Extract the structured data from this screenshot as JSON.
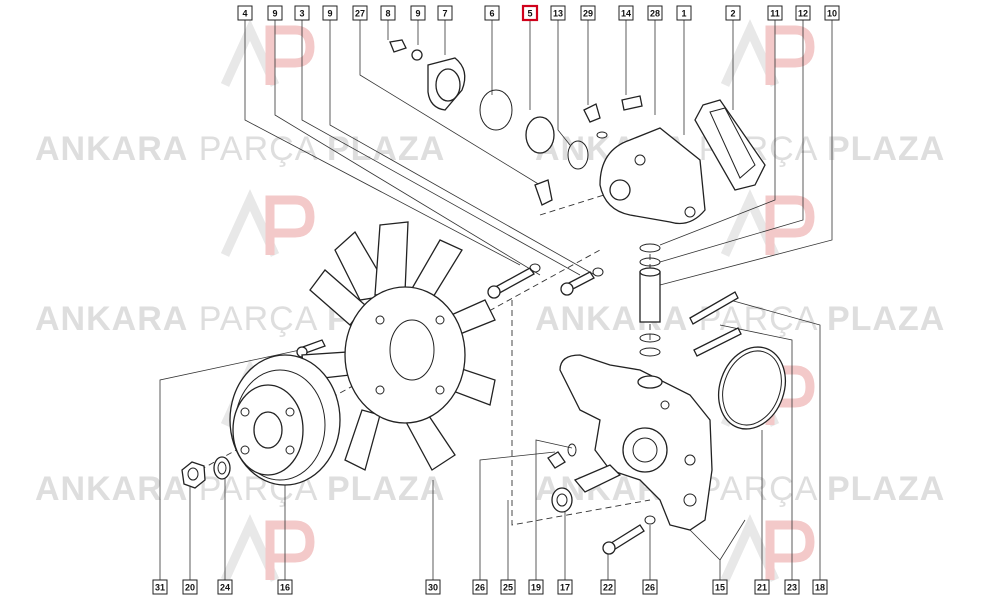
{
  "watermark": {
    "brand_left": "ANKARA",
    "brand_mid": "PARÇA",
    "brand_right": "PLAZA"
  },
  "callouts_top": [
    "4",
    "9",
    "3",
    "9",
    "27",
    "8",
    "9",
    "7",
    "6",
    "5",
    "13",
    "29",
    "14",
    "28",
    "1",
    "2",
    "11",
    "12",
    "10"
  ],
  "callouts_bottom": [
    "31",
    "20",
    "24",
    "16",
    "30",
    "26",
    "25",
    "19",
    "17",
    "22",
    "26",
    "15",
    "21",
    "23",
    "18"
  ],
  "highlighted_callout": "5"
}
